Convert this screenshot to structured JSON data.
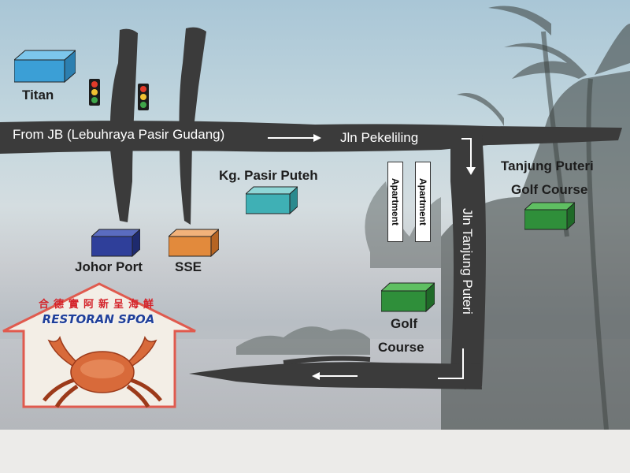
{
  "roads": {
    "main": "From JB (Lebuhraya Pasir Gudang)",
    "pekeliling": "Jln Pekeliling",
    "tanjung_puteri": "Jln Tanjung Puteri"
  },
  "places": {
    "titan": "Titan",
    "johor_port": "Johor Port",
    "sse": "SSE",
    "pasir_puteh": "Kg. Pasir Puteh",
    "golf_line1": "Tanjung Puteri",
    "golf_line2": "Golf Course",
    "golf_course_line1": "Golf",
    "golf_course_line2": "Course",
    "apartment_1": "Apartment",
    "apartment_2": "Apartment"
  },
  "restaurant": {
    "chinese_name": "合德實阿新呈海鮮",
    "name": "RESTORAN SPOA"
  },
  "colors": {
    "titan": "#3b9fd6",
    "johor_port": "#2f3f9a",
    "sse": "#e28a3c",
    "pasir_puteh": "#3fb0b5",
    "golf": "#2f8f3a",
    "road": "#3b3b3b"
  },
  "icons": [
    "traffic-light-icon",
    "arrow-right-icon",
    "arrow-down-icon",
    "arrow-left-icon",
    "crab-icon"
  ]
}
